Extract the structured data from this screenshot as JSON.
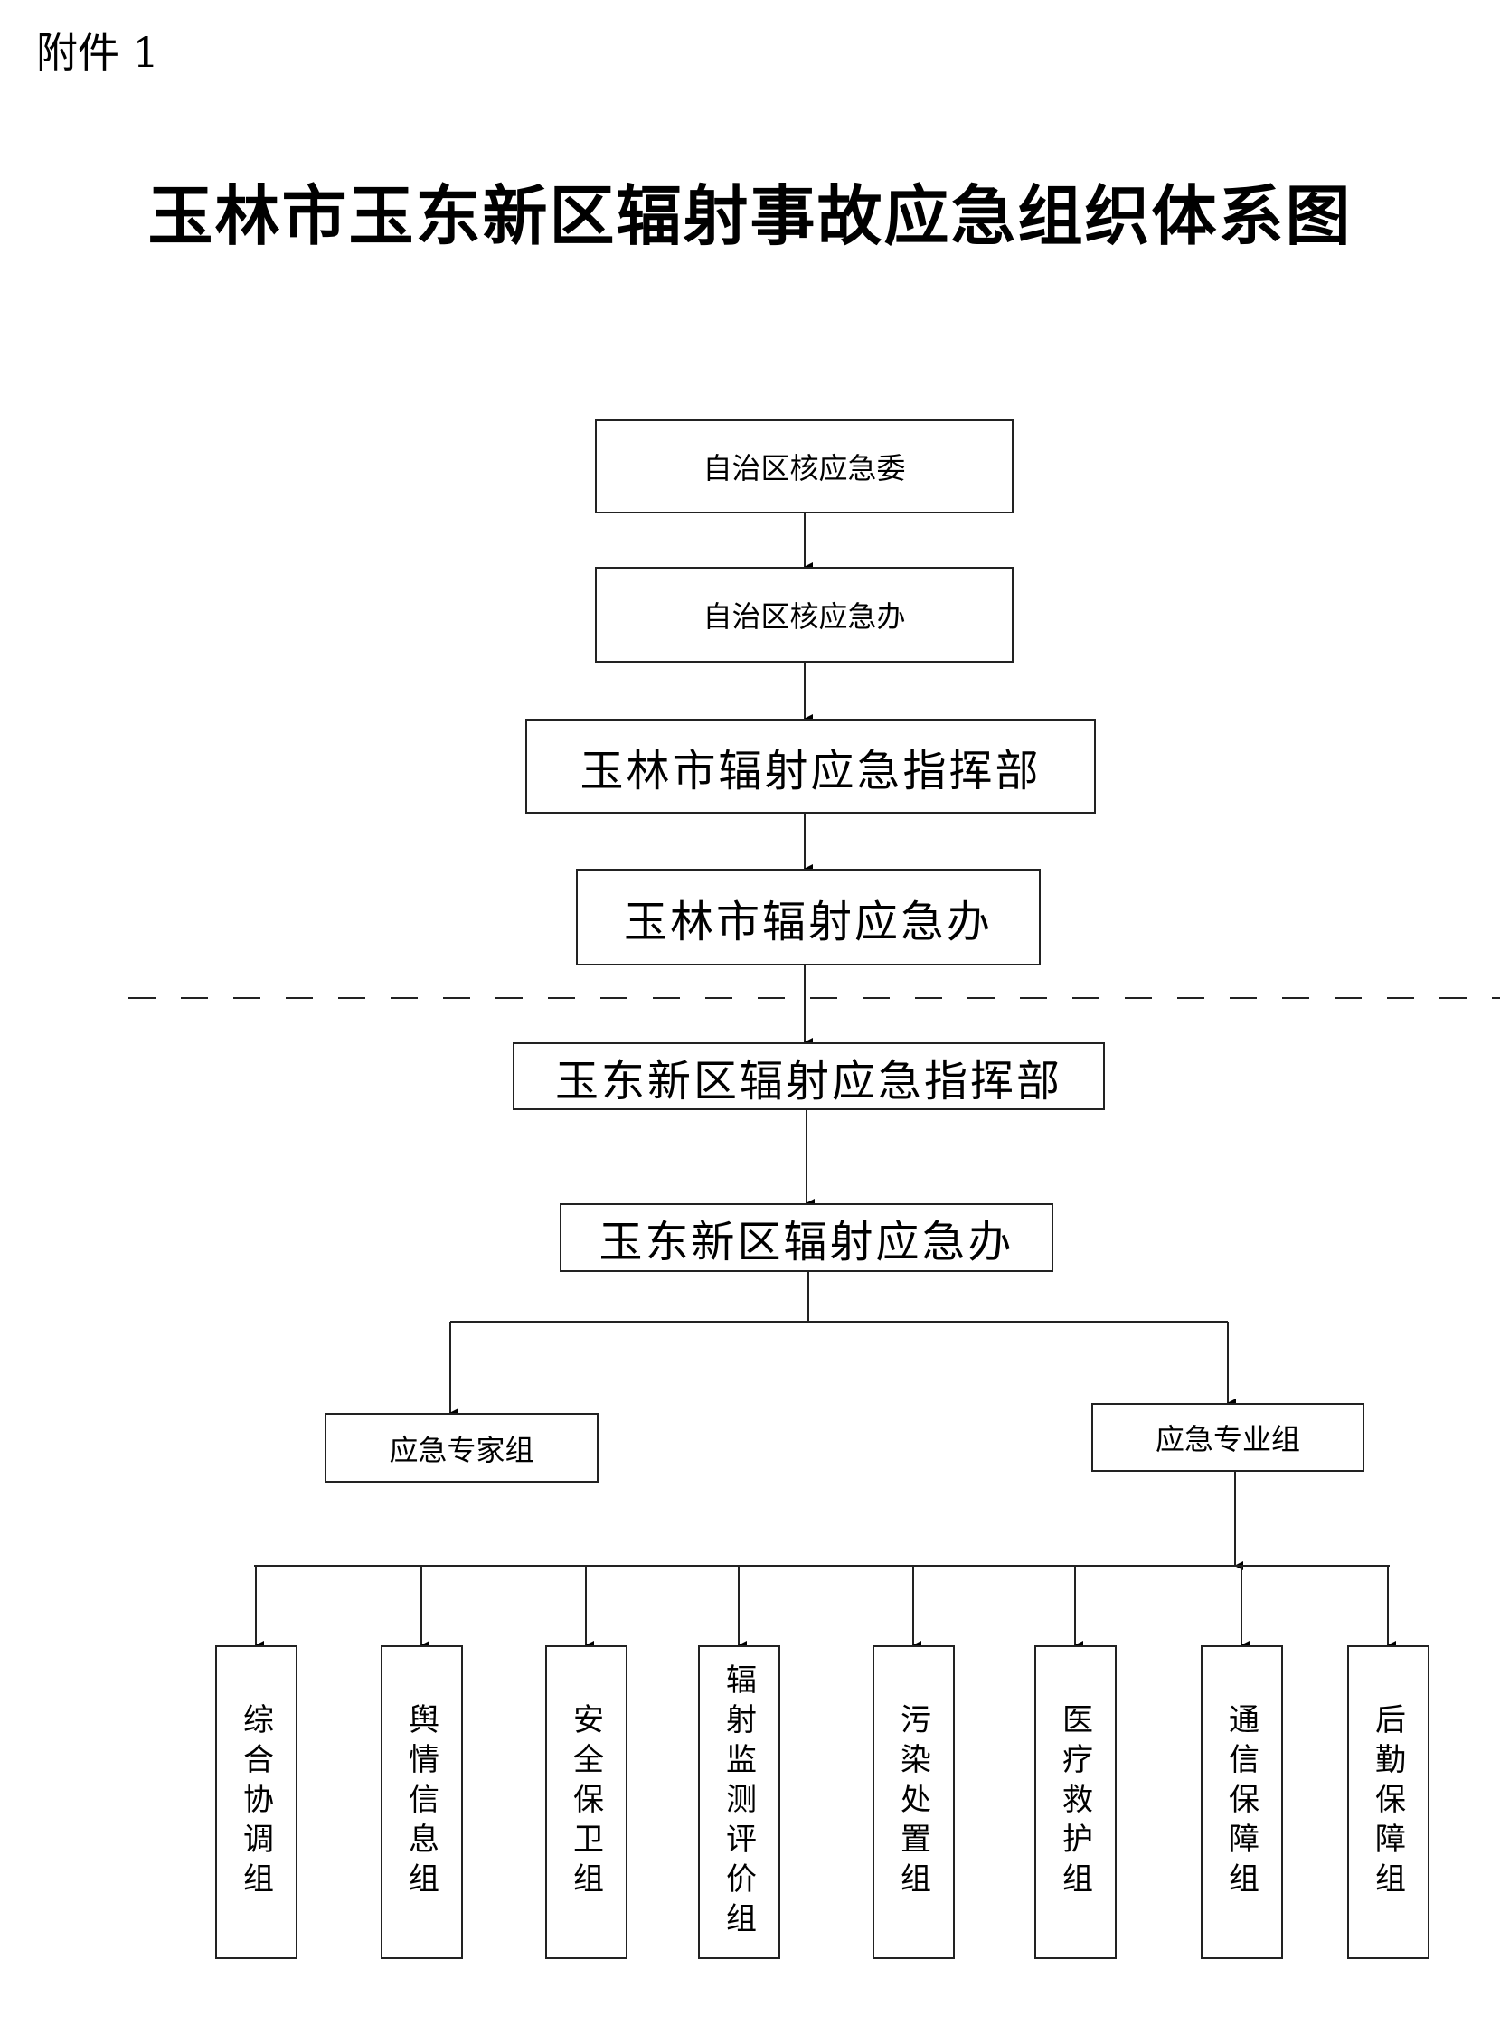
{
  "header": {
    "attachment_label": "附件 1"
  },
  "title": "玉林市玉东新区辐射事故应急组织体系图",
  "chain": [
    {
      "id": "box1",
      "label": "自治区核应急委"
    },
    {
      "id": "box2",
      "label": "自治区核应急办"
    },
    {
      "id": "box3",
      "label": "玉林市辐射应急指挥部"
    },
    {
      "id": "box4",
      "label": "玉林市辐射应急办"
    },
    {
      "id": "box5",
      "label": "玉东新区辐射应急指挥部"
    },
    {
      "id": "box6",
      "label": "玉东新区辐射应急办"
    }
  ],
  "branches": {
    "expert_group": "应急专家组",
    "professional_group": "应急专业组"
  },
  "professional_subgroups": [
    "综合协调组",
    "舆情信息组",
    "安全保卫组",
    "辐射监测评价组",
    "污染处置组",
    "医疗救护组",
    "通信保障组",
    "后勤保障组"
  ]
}
